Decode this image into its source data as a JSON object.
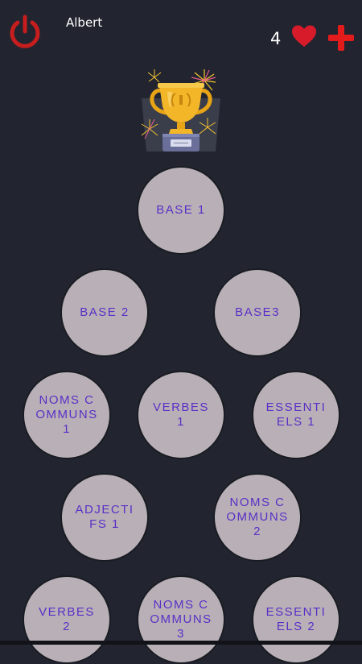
{
  "header": {
    "username": "Albert",
    "lives": "4"
  },
  "icons": {
    "power": "power-icon",
    "heart": "heart-icon",
    "add": "plus-icon",
    "trophy": "trophy-icon"
  },
  "colors": {
    "background": "#222530",
    "power": "#c61d1d",
    "heart": "#d81b2a",
    "add": "#e41b1b",
    "circle": "#b8b0b6",
    "label": "#5b2fc7"
  },
  "lessons": [
    {
      "label": "BASE 1"
    },
    {
      "label": "BASE 2"
    },
    {
      "label": "BASE3"
    },
    {
      "label": "NOMS COMMUNS 1"
    },
    {
      "label": "VERBES 1"
    },
    {
      "label": "ESSENTIELS 1"
    },
    {
      "label": "ADJECTIFS 1"
    },
    {
      "label": "NOMS COMMUNS 2"
    },
    {
      "label": "VERBES 2"
    },
    {
      "label": "NOMS COMMUNS 3"
    },
    {
      "label": "ESSENTIELS 2"
    }
  ]
}
